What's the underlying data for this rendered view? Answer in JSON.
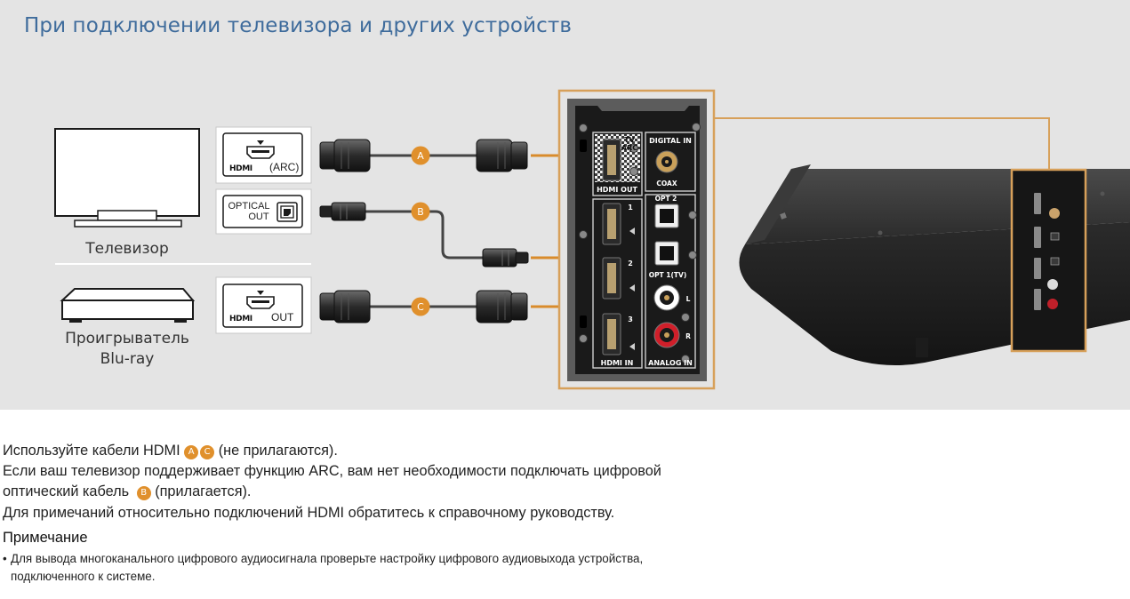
{
  "page": {
    "title": "При подключении телевизора и других устройств"
  },
  "devices": {
    "tv_label": "Телевизор",
    "player_label_line1": "Проигрыватель",
    "player_label_line2": "Blu-ray"
  },
  "device_ports": {
    "tv_hdmi_logo": "HDMI",
    "tv_hdmi_suffix": "(ARC)",
    "tv_optical_line1": "OPTICAL",
    "tv_optical_line2": "OUT",
    "player_hdmi_logo": "HDMI",
    "player_hdmi_suffix": "OUT"
  },
  "cables": {
    "a": "A",
    "b": "B",
    "c": "C"
  },
  "panel": {
    "tv_arc_line1": "TV",
    "tv_arc_line2": "ARC",
    "hdmi_out": "HDMI OUT",
    "digital_in": "DIGITAL IN",
    "coax": "COAX",
    "opt2": "OPT 2",
    "opt1": "OPT 1(TV)",
    "hdmi_in_1": "1",
    "hdmi_in_2": "2",
    "hdmi_in_3": "3",
    "analog_l": "L",
    "analog_r": "R",
    "hdmi_in": "HDMI IN",
    "analog_in": "ANALOG IN"
  },
  "instructions": {
    "line1_pre": "Используйте кабели HDMI",
    "line1_badge_a": "A",
    "line1_badge_c": "C",
    "line1_post": "(не прилагаются).",
    "line2": "Если ваш телевизор поддерживает функцию ARC, вам нет необходимости подключать цифровой",
    "line3_pre": "оптический кабель",
    "line3_badge_b": "B",
    "line3_post": "(прилагается).",
    "line4": "Для примечаний относительно подключений HDMI обратитесь к справочному руководству."
  },
  "note": {
    "heading": "Примечание",
    "bullet": "•",
    "line1": "Для вывода многоканального цифрового аудиосигнала проверьте настройку цифрового аудиовыхода устройства,",
    "line2": "подключенного к системе."
  },
  "colors": {
    "title_blue": "#3f6c9c",
    "badge_orange": "#e0902c",
    "highlight_frame": "#d7a05a",
    "panel_background": "#e4e4e4"
  }
}
